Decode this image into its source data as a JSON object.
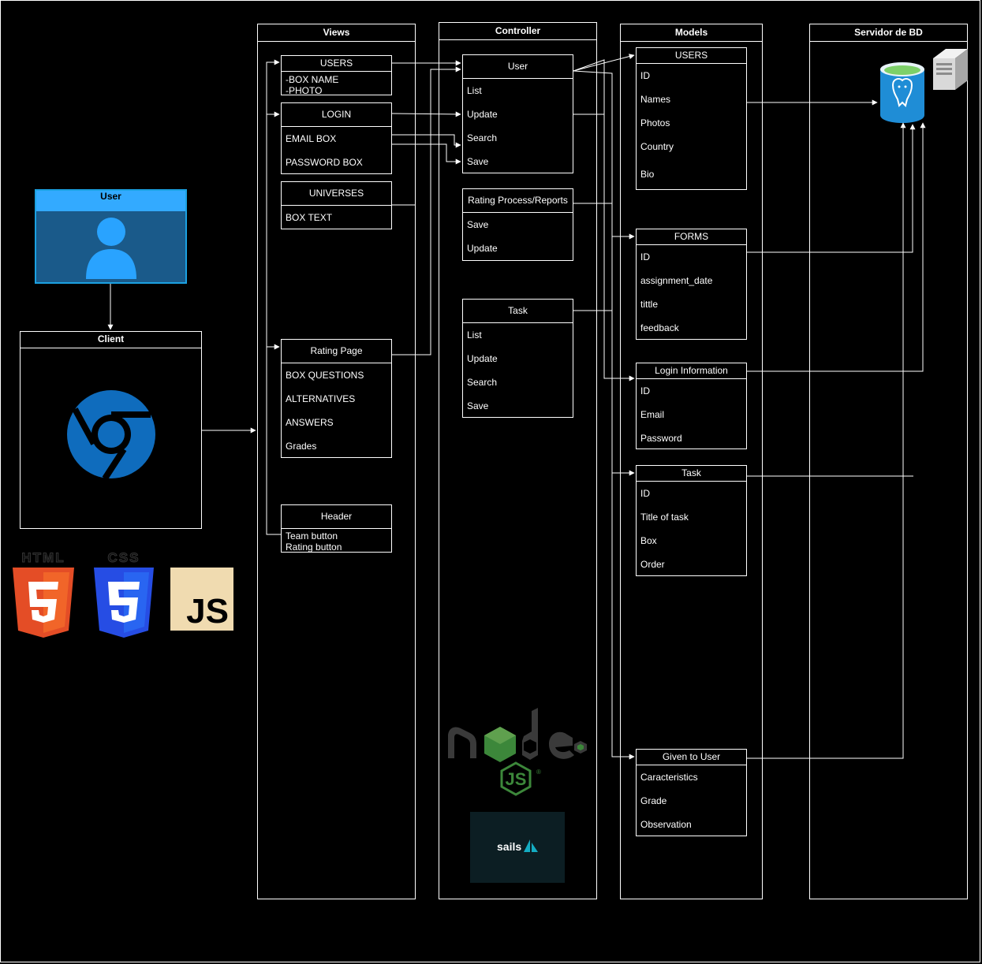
{
  "lanes": {
    "views": "Views",
    "controller": "Controller",
    "models": "Models",
    "db": "Servidor de BD"
  },
  "actor": {
    "title": "User"
  },
  "client": {
    "title": "Client"
  },
  "tech_logos": {
    "html": "HTML",
    "css": "CSS",
    "js": "JS"
  },
  "views": {
    "users": {
      "title": "USERS",
      "rows": [
        "-BOX NAME",
        "-PHOTO"
      ]
    },
    "login": {
      "title": "LOGIN",
      "rows": [
        "EMAIL BOX",
        "PASSWORD BOX"
      ]
    },
    "universes": {
      "title": "UNIVERSES",
      "rows": [
        "BOX TEXT"
      ]
    },
    "rating_page": {
      "title": "Rating Page",
      "rows": [
        "BOX QUESTIONS",
        "ALTERNATIVES",
        "ANSWERS",
        "Grades"
      ]
    },
    "header": {
      "title": "Header",
      "rows": [
        "Team button",
        "Rating button"
      ]
    }
  },
  "controller": {
    "user": {
      "title": "User",
      "rows": [
        "List",
        "Update",
        "Search",
        "Save"
      ]
    },
    "rating": {
      "title": "Rating Process/Reports",
      "rows": [
        "Save",
        "Update"
      ]
    },
    "task": {
      "title": "Task",
      "rows": [
        "List",
        "Update",
        "Search",
        "Save"
      ]
    },
    "sails_label": "sails"
  },
  "models": {
    "users": {
      "title": "USERS",
      "rows": [
        "ID",
        "Names",
        "Photos",
        "Country",
        "Bio"
      ]
    },
    "forms": {
      "title": "FORMS",
      "rows": [
        "ID",
        "assignment_date",
        "tittle",
        "feedback"
      ]
    },
    "login_info": {
      "title": "Login Information",
      "rows": [
        "ID",
        "Email",
        "Password"
      ]
    },
    "task": {
      "title": "Task",
      "rows": [
        "ID",
        "Title of task",
        "Box",
        "Order"
      ]
    },
    "given": {
      "title": "Given to User",
      "rows": [
        "Caracteristics",
        "Grade",
        "Observation"
      ]
    }
  },
  "colors": {
    "background": "#000000",
    "line": "#ffffff",
    "actor_blue": "#1ba1e2",
    "actor_dark": "#1a5a8a",
    "chrome_blue": "#0f6cbd",
    "html_orange": "#e44d26",
    "css_blue": "#264de4",
    "js_yellow": "#f0dbb0",
    "node_green": "#3c873a",
    "db_blue": "#1f8dd6",
    "db_top": "#7dd069",
    "sails_bg": "#0c1e23",
    "sails_accent": "#14acc2"
  },
  "icons": [
    "user-silhouette-icon",
    "chrome-icon",
    "html5-icon",
    "css3-icon",
    "js-icon",
    "nodejs-logo",
    "sails-logo",
    "postgresql-db-icon",
    "server-icon"
  ]
}
